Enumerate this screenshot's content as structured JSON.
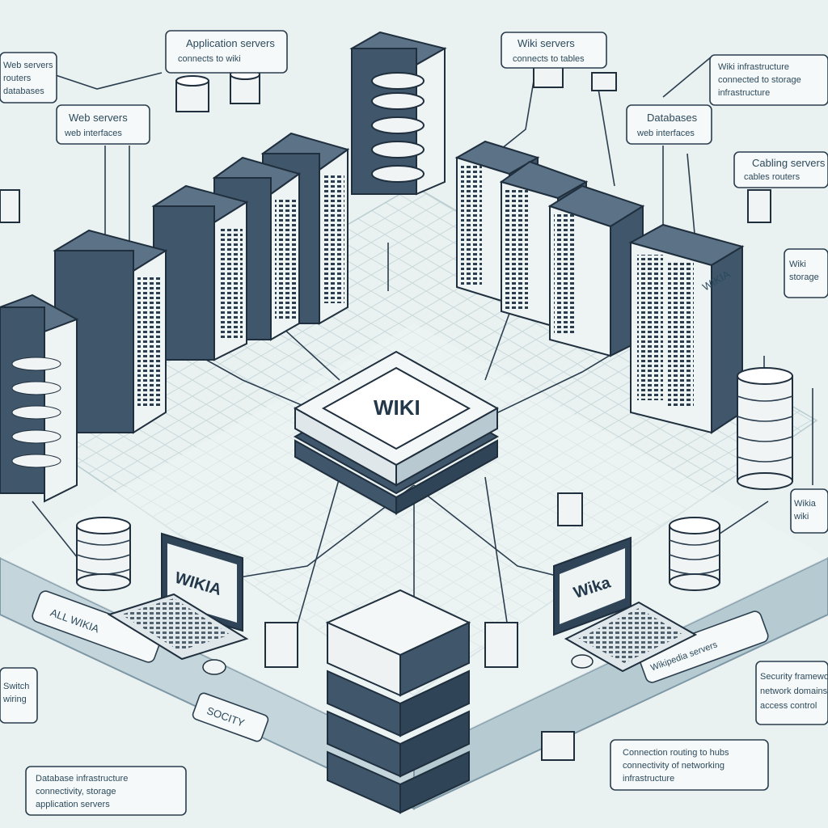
{
  "center_label": "WIKI",
  "monitor_left": "WIKIA",
  "monitor_right": "Wika",
  "rack_label": "WIKIA",
  "callouts": {
    "app_servers": [
      "Application servers",
      "connects to wiki"
    ],
    "web_servers": [
      "Web servers",
      "web interfaces"
    ],
    "wiki_servers": [
      "Wiki servers",
      "connects to tables"
    ],
    "databases": [
      "Databases",
      "web interfaces"
    ],
    "cabling": [
      "Cabling servers",
      "cables routers"
    ],
    "top_right": [
      "Wiki infrastructure",
      "connected to storage",
      "infrastructure"
    ],
    "top_left": [
      "Web servers",
      "routers",
      "databases"
    ],
    "bottom_center": [
      "Connection routing to hubs",
      "connectivity of networking",
      "infrastructure"
    ],
    "bottom_left": [
      "Database infrastructure",
      "connectivity, storage",
      "application servers"
    ],
    "bottom_right_side": [
      "Security framework",
      "network domains",
      "access control"
    ],
    "right_mid": [
      "Wiki",
      "storage"
    ],
    "right_low": [
      "Wikia",
      "wiki"
    ],
    "left_switch": [
      "Switch",
      "wiring"
    ],
    "platform_left": "ALL WIKIA",
    "platform_badge": "SOCITY",
    "platform_right": "Wikipedia servers"
  },
  "colors": {
    "background": "#e9f1f1",
    "rack_dark": "#3f566b",
    "accent": "#8aa8b8"
  }
}
